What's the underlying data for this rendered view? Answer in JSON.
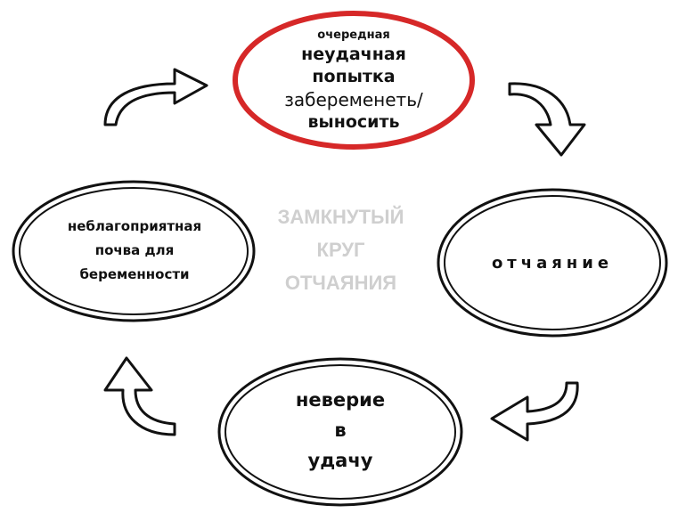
{
  "diagram": {
    "center_title": [
      "ЗАМКНУТЫЙ",
      "КРУГ",
      "ОТЧАЯНИЯ"
    ],
    "nodes": {
      "top": {
        "lines": [
          "очередная",
          "неудачная",
          "попытка",
          "забеременеть/",
          "выносить"
        ],
        "border_color": "#d62828"
      },
      "right": {
        "lines": [
          "отчаяние"
        ],
        "border_color": "#111111"
      },
      "bottom": {
        "lines": [
          "неверие",
          "в",
          "удачу"
        ],
        "border_color": "#111111"
      },
      "left": {
        "lines": [
          "неблагоприятная",
          "почва для",
          "беременности"
        ],
        "border_color": "#111111"
      }
    },
    "arrow_color": "#111111"
  }
}
